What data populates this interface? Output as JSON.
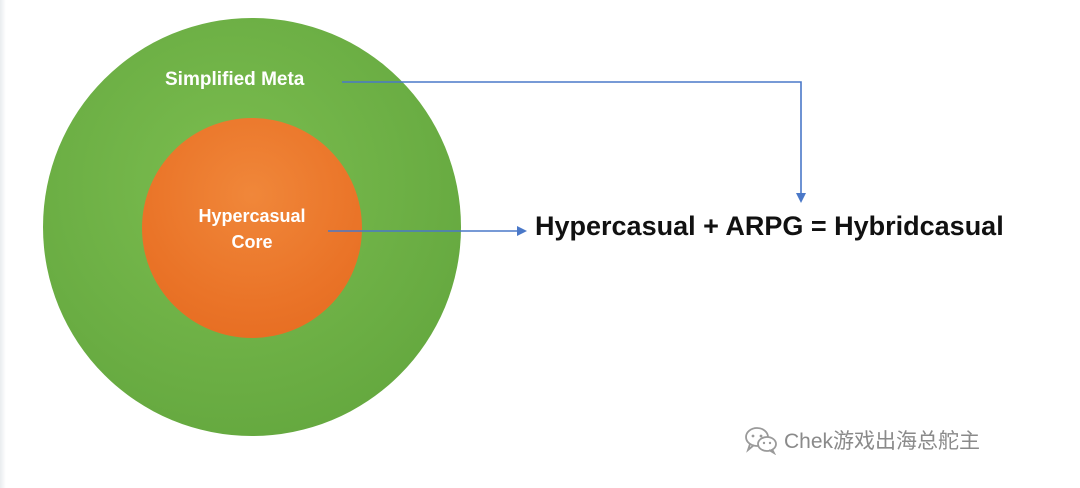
{
  "diagram": {
    "outer_label": "Simplified Meta",
    "inner_label_lines": [
      "Hypercasual",
      "Core"
    ],
    "equation": "Hypercasual + ARPG = Hybridcasual"
  },
  "watermark": {
    "text": "Chek游戏出海总舵主",
    "icon": "wechat-icon"
  },
  "colors": {
    "outer_circle": "#6aad43",
    "inner_circle": "#ea7428",
    "arrow": "#4a78c8",
    "equation_text": "#111111"
  }
}
